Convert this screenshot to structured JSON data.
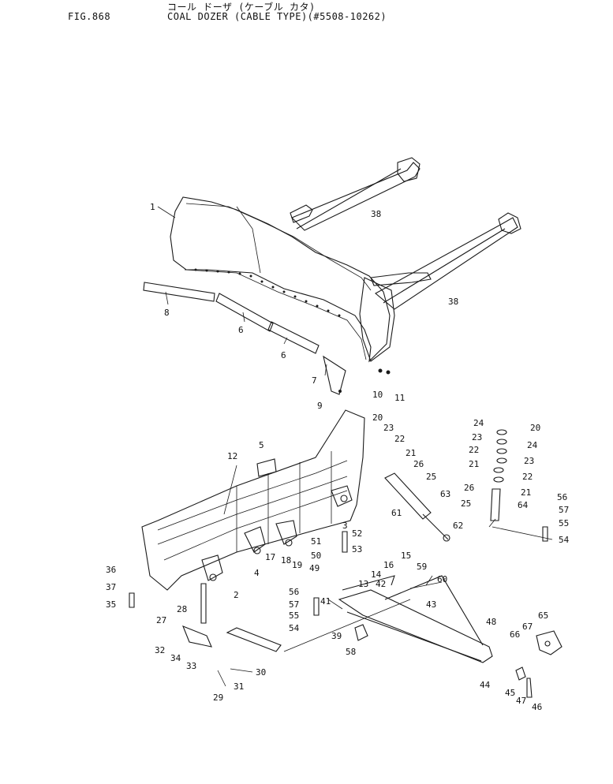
{
  "header": {
    "figure": "FIG.868",
    "japanese_title": "コール ドーザ (ケーブル カタ)",
    "title": "COAL DOZER (CABLE TYPE)(#5508-10262)"
  },
  "callouts": {
    "c1": "1",
    "c8": "8",
    "c6a": "6",
    "c6b": "6",
    "c7": "7",
    "c9": "9",
    "c10": "10",
    "c11": "11",
    "c38a": "38",
    "c38b": "38",
    "c20a": "20",
    "c23a": "23",
    "c22a": "22",
    "c21a": "21",
    "c26a": "26",
    "c25a": "25",
    "c24a": "24",
    "c23b": "23",
    "c22b": "22",
    "c21b": "21",
    "c20b": "20",
    "c24b": "24",
    "c23c": "23",
    "c22c": "22",
    "c21c": "21",
    "c26b": "26",
    "c25b": "25",
    "c64": "64",
    "c56a": "56",
    "c57a": "57",
    "c55a": "55",
    "c54a": "54",
    "c12": "12",
    "c5": "5",
    "c3": "3",
    "c63": "63",
    "c61": "61",
    "c62": "62",
    "c52": "52",
    "c51": "51",
    "c53": "53",
    "c50": "50",
    "c15": "15",
    "c14": "14",
    "c16": "16",
    "c13": "13",
    "c49": "49",
    "c59": "59",
    "c42": "42",
    "c60": "60",
    "c17": "17",
    "c18": "18",
    "c19": "19",
    "c4": "4",
    "c2": "2",
    "c36": "36",
    "c37": "37",
    "c35": "35",
    "c28": "28",
    "c56b": "56",
    "c57b": "57",
    "c41": "41",
    "c55b": "55",
    "c54b": "54",
    "c43": "43",
    "c39": "39",
    "c58": "58",
    "c48": "48",
    "c65": "65",
    "c66": "66",
    "c67": "67",
    "c27": "27",
    "c32": "32",
    "c34": "34",
    "c33": "33",
    "c30": "30",
    "c31": "31",
    "c29": "29",
    "c44": "44",
    "c45": "45",
    "c47": "47",
    "c46": "46"
  }
}
